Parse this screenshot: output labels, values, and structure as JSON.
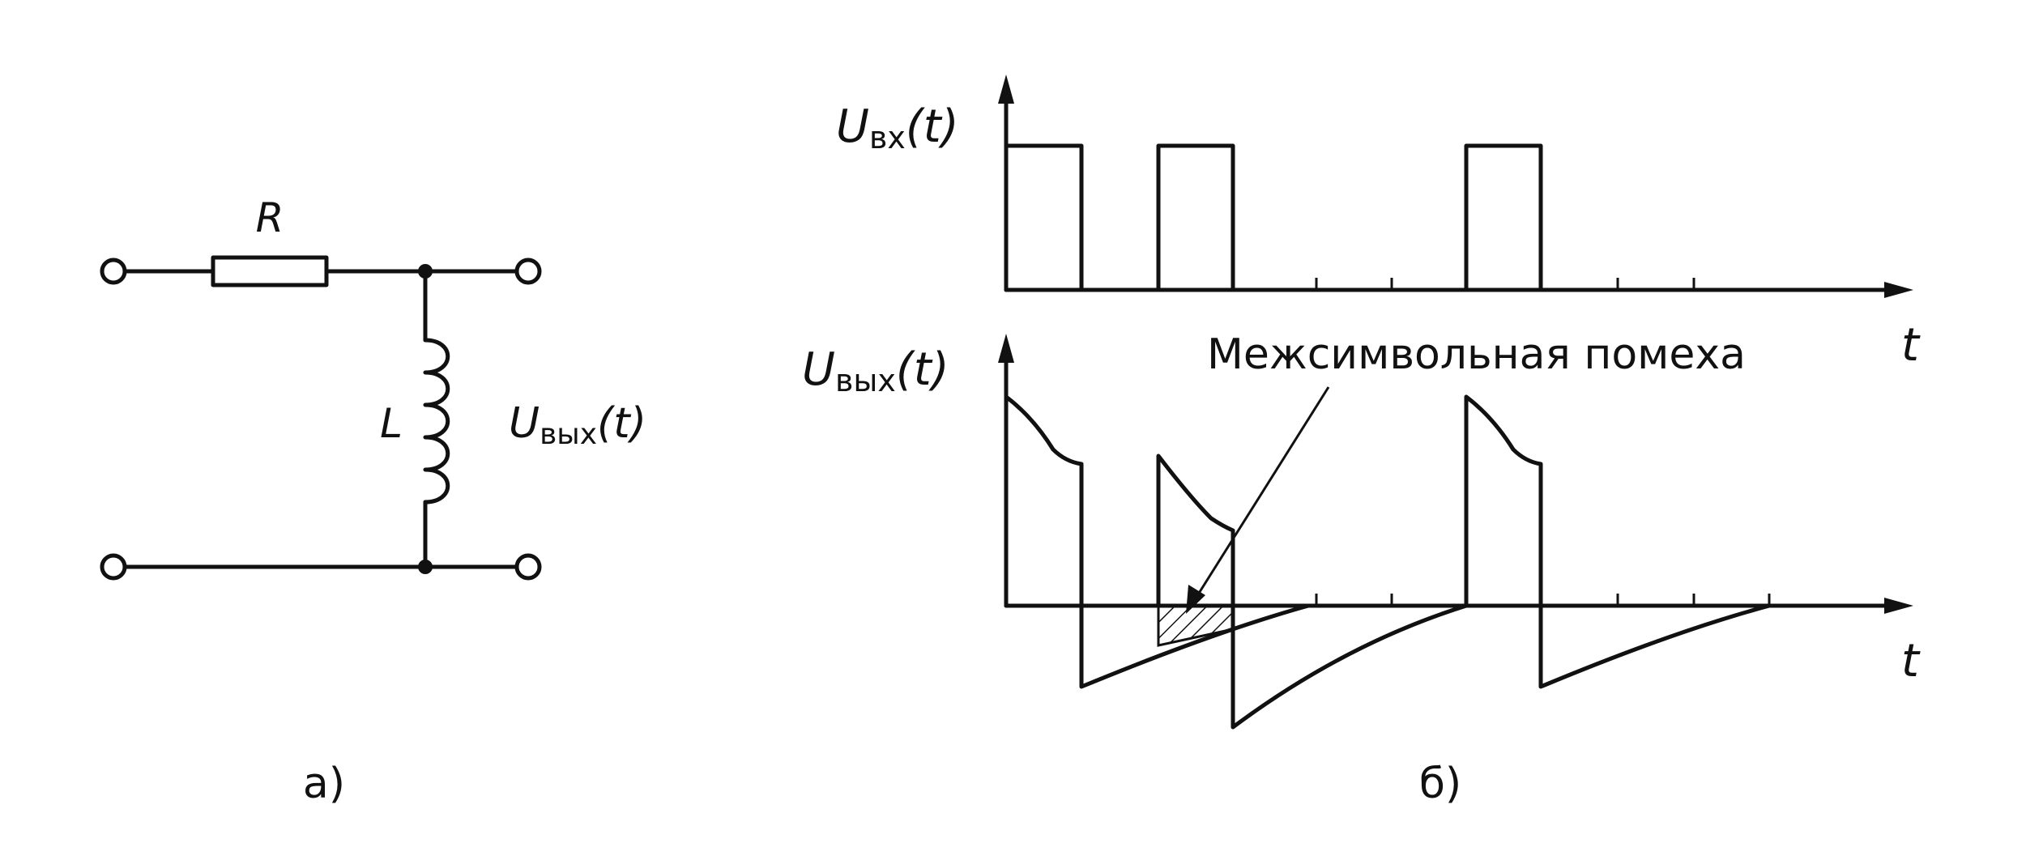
{
  "circuit": {
    "resistor_label": "R",
    "inductor_label": "L",
    "output_label": {
      "main": "U",
      "sub": "вых",
      "arg": "(t)"
    },
    "panel_label": "а)"
  },
  "graphs": {
    "input_axis": {
      "main": "U",
      "sub": "вх",
      "arg": "(t)"
    },
    "output_axis": {
      "main": "U",
      "sub": "вых",
      "arg": "(t)"
    },
    "time_label_top": "t",
    "time_label_bottom": "t",
    "annotation": "Межсимвольная помеха",
    "panel_label": "б)"
  },
  "colors": {
    "ink": "#111111",
    "background": "#ffffff"
  }
}
